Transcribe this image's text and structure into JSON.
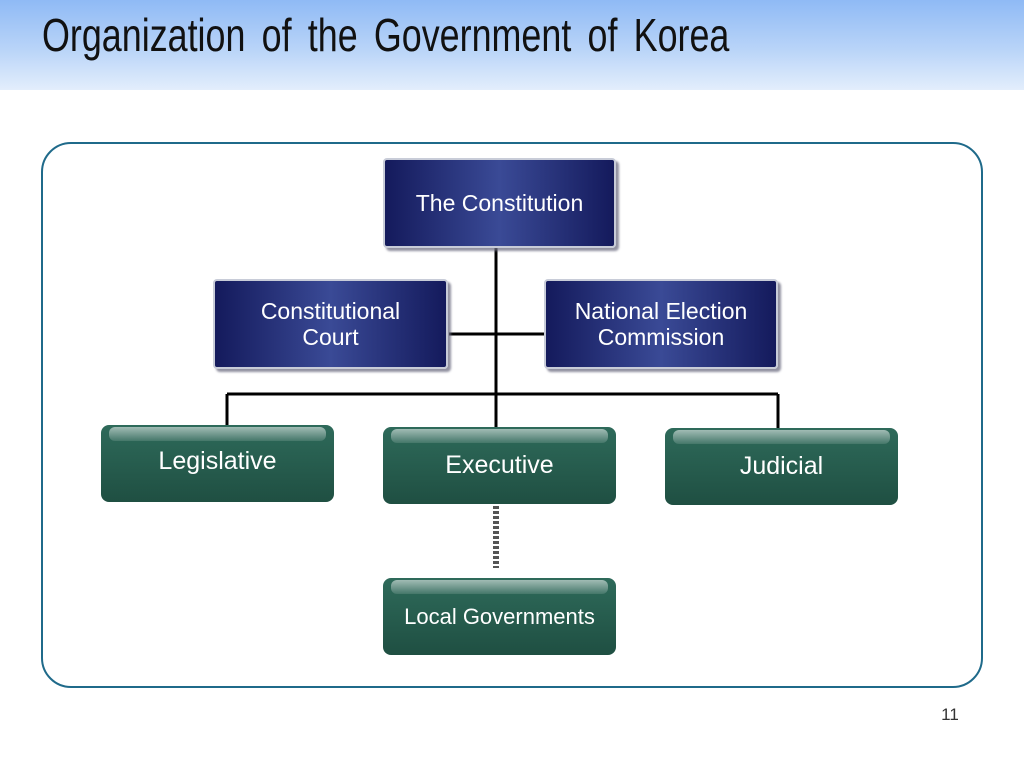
{
  "slide": {
    "title": "Organization  of  the  Government  of  Korea",
    "page_number": "11"
  },
  "diagram": {
    "nodes": {
      "constitution": "The Constitution",
      "court": [
        "Constitutional",
        "Court"
      ],
      "election": [
        "National Election",
        "Commission"
      ],
      "legislative": "Legislative",
      "executive": "Executive",
      "judicial": "Judicial",
      "local": "Local Governments"
    }
  },
  "colors": {
    "title_band": "#a9caf7",
    "frame_border": "#1f6a8a",
    "blue_box": "#1c2468",
    "green_box": "#24584a"
  }
}
